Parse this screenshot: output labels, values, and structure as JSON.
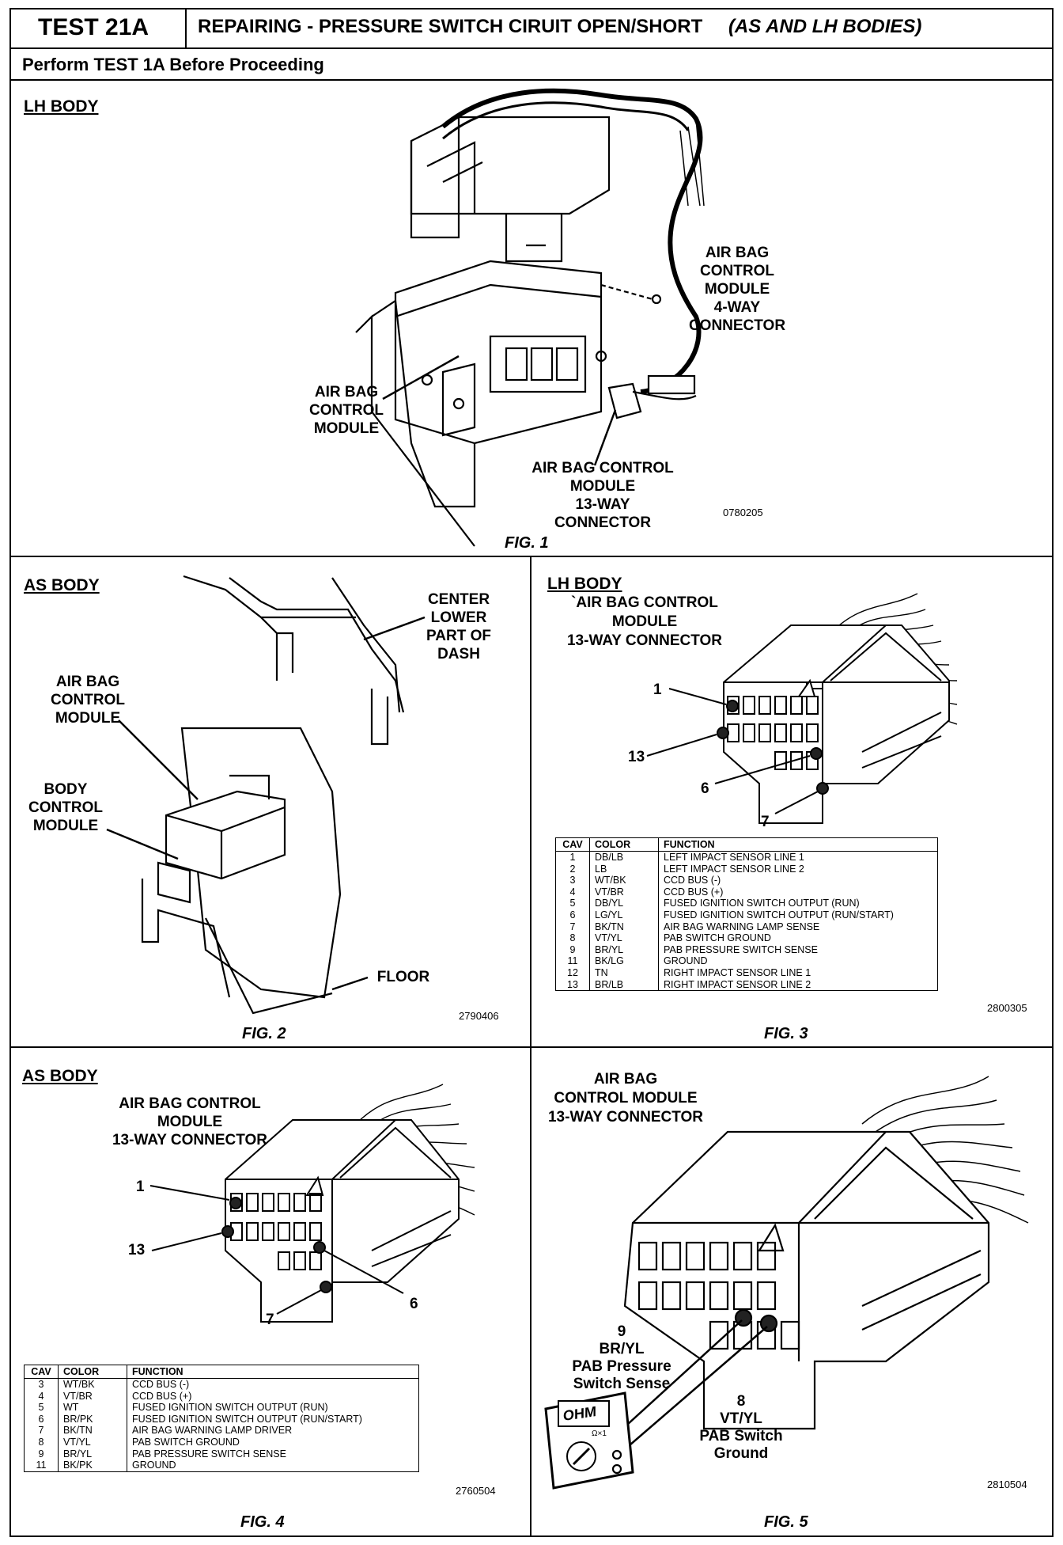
{
  "header": {
    "test_id": "TEST 21A",
    "title": "REPAIRING - PRESSURE SWITCH CIRUIT OPEN/SHORT",
    "bodies": "(AS AND LH BODIES)",
    "perform": "Perform TEST 1A Before Proceeding"
  },
  "fig1": {
    "body_label": "LH BODY",
    "callout_4way": "AIR BAG\nCONTROL\nMODULE\n4-WAY\nCONNECTOR",
    "callout_module": "AIR BAG\nCONTROL\nMODULE",
    "callout_13way": "AIR BAG CONTROL\nMODULE\n13-WAY\nCONNECTOR",
    "code": "0780205",
    "caption": "FIG. 1"
  },
  "fig2": {
    "body_label": "AS BODY",
    "callout_dash": "CENTER\nLOWER\nPART OF\nDASH",
    "callout_abcm": "AIR BAG\nCONTROL\nMODULE",
    "callout_bcm": "BODY\nCONTROL\nMODULE",
    "callout_floor": "FLOOR",
    "code": "2790406",
    "caption": "FIG. 2"
  },
  "fig3": {
    "body_label": "LH BODY",
    "title": "`AIR BAG CONTROL\nMODULE\n13-WAY CONNECTOR",
    "pins": {
      "p1": "1",
      "p13": "13",
      "p6": "6",
      "p7": "7"
    },
    "table_headers": [
      "CAV",
      "COLOR",
      "FUNCTION"
    ],
    "rows": [
      [
        "1",
        "DB/LB",
        "LEFT IMPACT SENSOR LINE 1"
      ],
      [
        "2",
        "LB",
        "LEFT IMPACT SENSOR LINE 2"
      ],
      [
        "3",
        "WT/BK",
        "CCD BUS (-)"
      ],
      [
        "4",
        "VT/BR",
        "CCD BUS (+)"
      ],
      [
        "5",
        "DB/YL",
        "FUSED IGNITION SWITCH OUTPUT (RUN)"
      ],
      [
        "6",
        "LG/YL",
        "FUSED IGNITION SWITCH OUTPUT (RUN/START)"
      ],
      [
        "7",
        "BK/TN",
        "AIR BAG WARNING LAMP SENSE"
      ],
      [
        "8",
        "VT/YL",
        "PAB SWITCH GROUND"
      ],
      [
        "9",
        "BR/YL",
        "PAB PRESSURE SWITCH SENSE"
      ],
      [
        "11",
        "BK/LG",
        "GROUND"
      ],
      [
        "12",
        "TN",
        "RIGHT IMPACT SENSOR LINE 1"
      ],
      [
        "13",
        "BR/LB",
        "RIGHT IMPACT SENSOR LINE 2"
      ]
    ],
    "code": "2800305",
    "caption": "FIG. 3"
  },
  "fig4": {
    "body_label": "AS BODY",
    "title": "AIR BAG CONTROL\nMODULE\n13-WAY CONNECTOR",
    "pins": {
      "p1": "1",
      "p13": "13",
      "p6": "6",
      "p7": "7"
    },
    "table_headers": [
      "CAV",
      "COLOR",
      "FUNCTION"
    ],
    "rows": [
      [
        "3",
        "WT/BK",
        "CCD BUS (-)"
      ],
      [
        "4",
        "VT/BR",
        "CCD BUS (+)"
      ],
      [
        "5",
        "WT",
        "FUSED IGNITION SWITCH OUTPUT (RUN)"
      ],
      [
        "6",
        "BR/PK",
        "FUSED IGNITION SWITCH OUTPUT (RUN/START)"
      ],
      [
        "7",
        "BK/TN",
        "AIR BAG WARNING LAMP DRIVER"
      ],
      [
        "8",
        "VT/YL",
        "PAB SWITCH GROUND"
      ],
      [
        "9",
        "BR/YL",
        "PAB PRESSURE SWITCH SENSE"
      ],
      [
        "11",
        "BK/PK",
        "GROUND"
      ]
    ],
    "code": "2760504",
    "caption": "FIG. 4"
  },
  "fig5": {
    "title": "AIR BAG\nCONTROL MODULE\n13-WAY CONNECTOR",
    "pin9": "9\nBR/YL\nPAB Pressure\nSwitch Sense",
    "pin8": "8\nVT/YL\nPAB Switch\nGround",
    "meter_display": "OHM",
    "meter_range": "Ω×1",
    "code": "2810504",
    "caption": "FIG. 5"
  }
}
